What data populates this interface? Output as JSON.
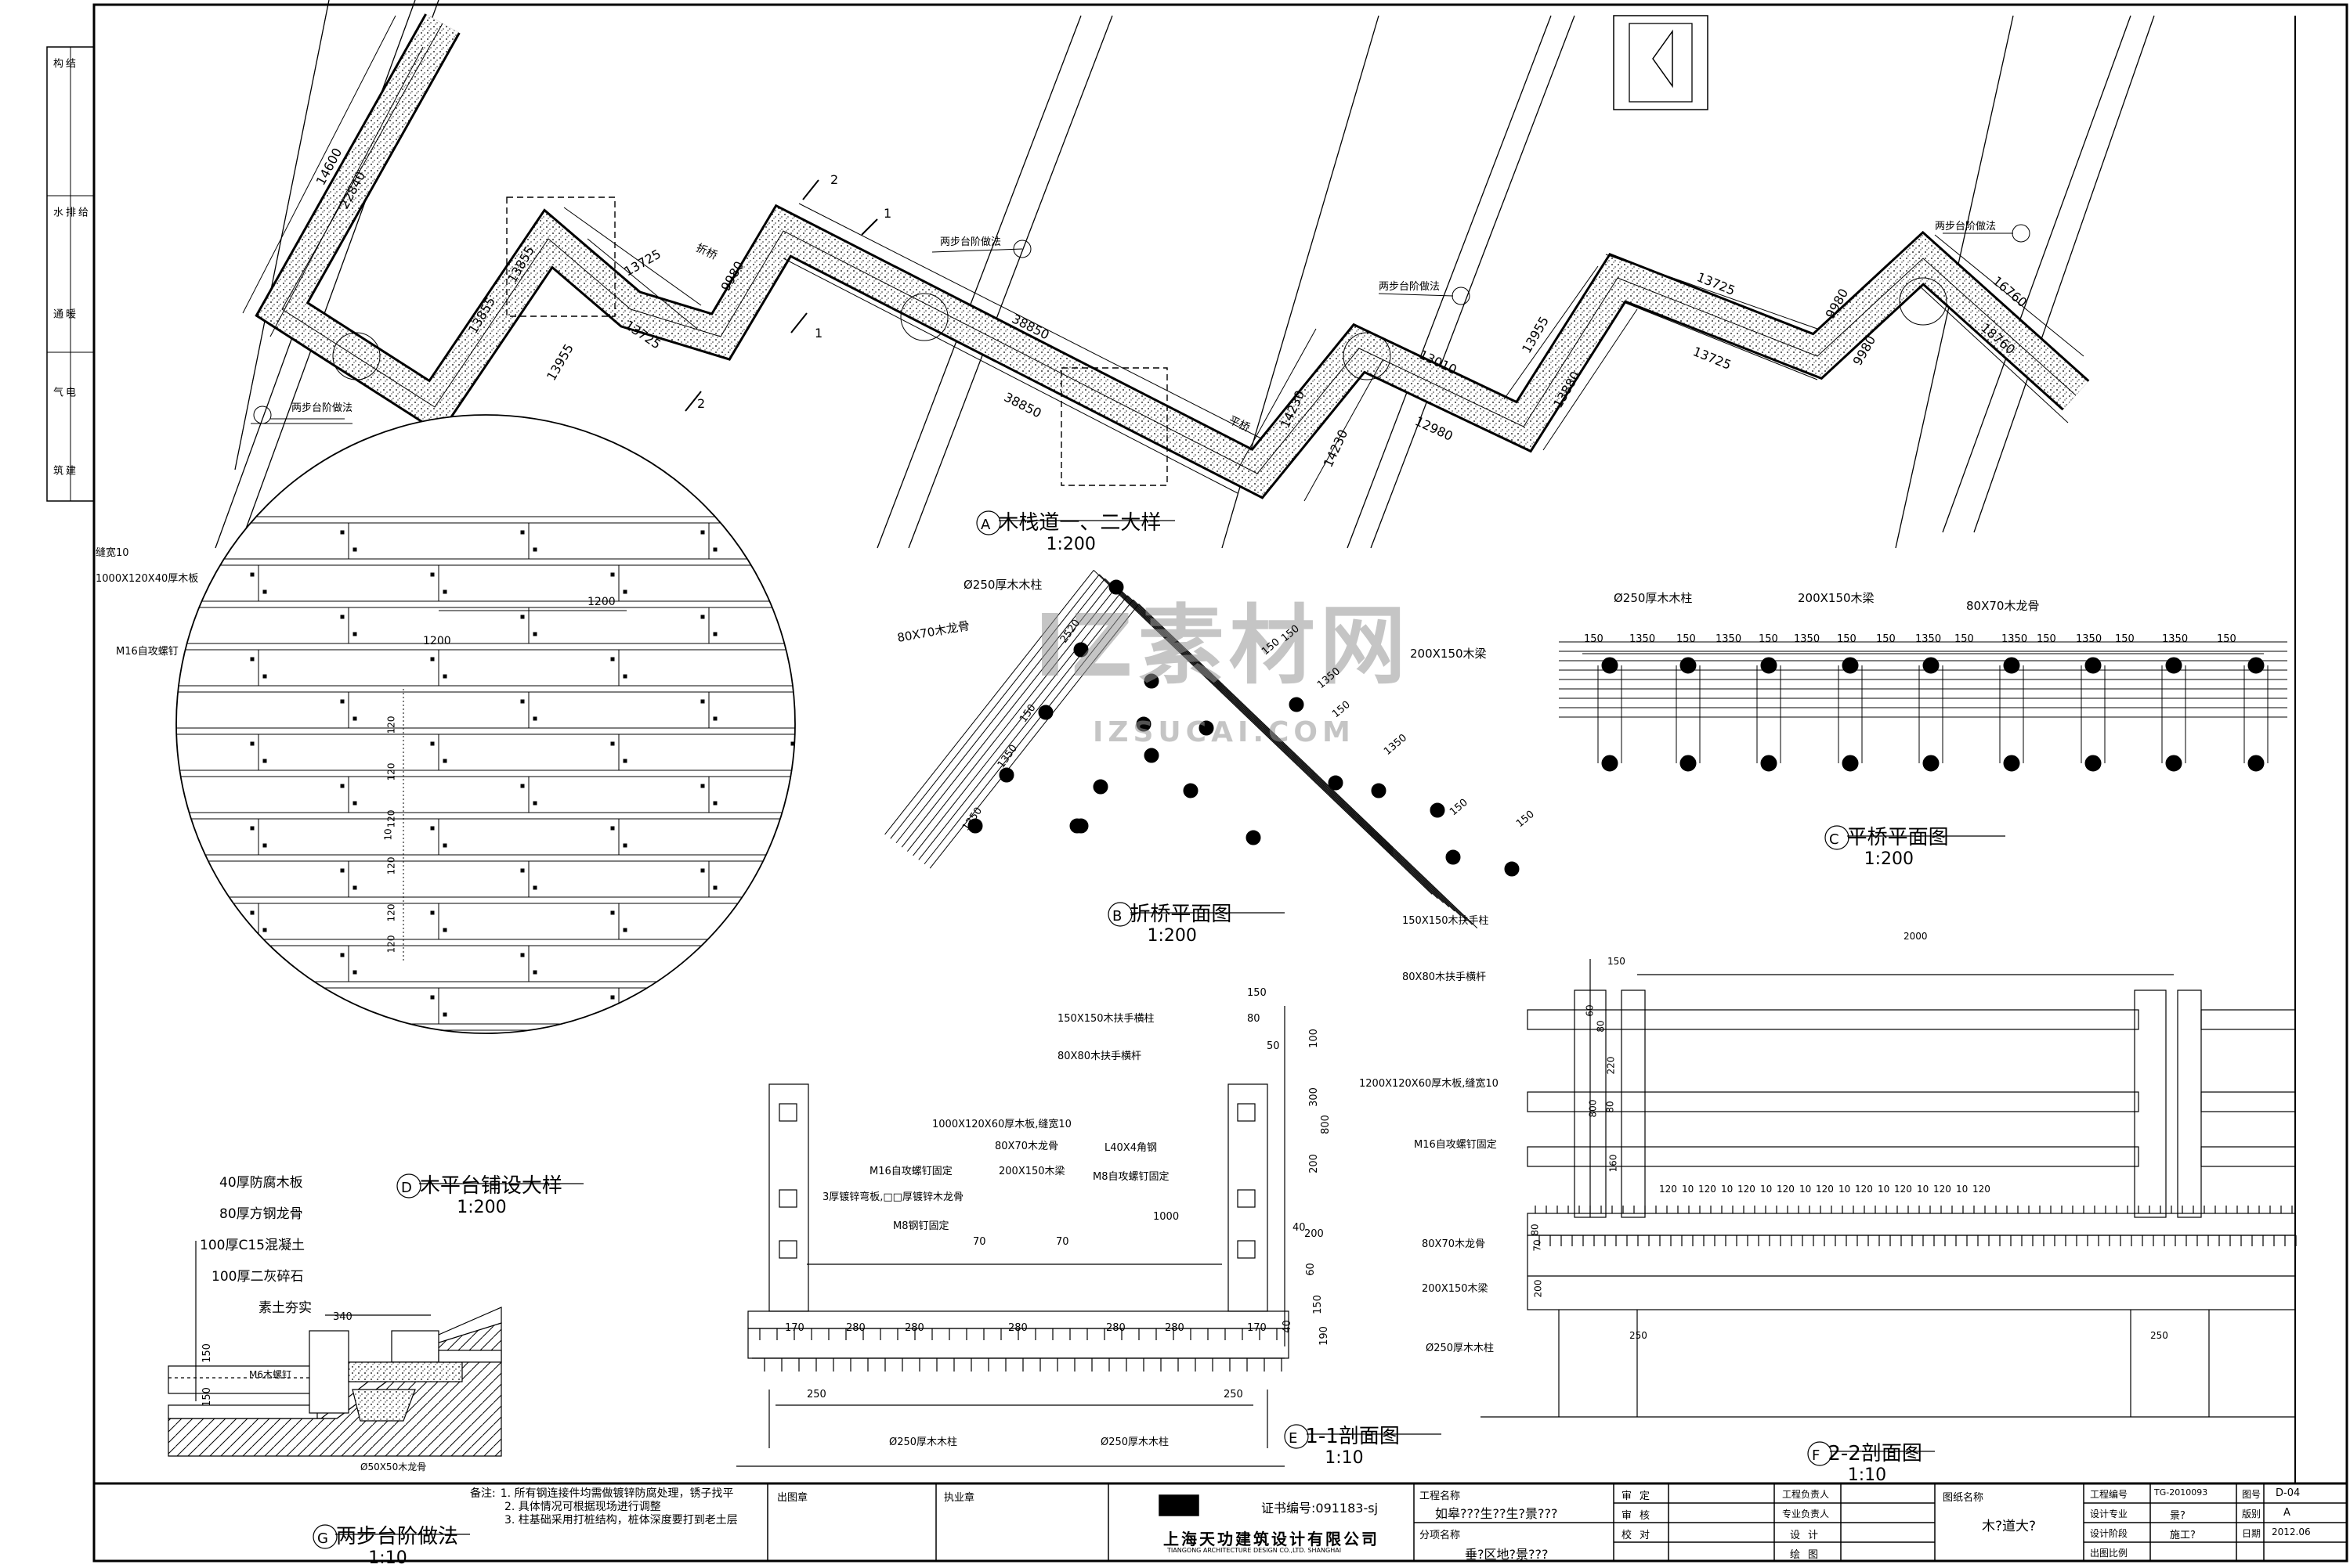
{
  "views": {
    "a": {
      "letter": "A",
      "title": "木栈道一、二大样",
      "scale": "1:200"
    },
    "b": {
      "letter": "B",
      "title": "折桥平面图",
      "scale": "1:200"
    },
    "c": {
      "letter": "C",
      "title": "平桥平面图",
      "scale": "1:200"
    },
    "d": {
      "letter": "D",
      "title": "木平台铺设大样",
      "scale": "1:200"
    },
    "e": {
      "letter": "E",
      "title": "1-1剖面图",
      "scale": "1:10"
    },
    "f": {
      "letter": "F",
      "title": "2-2剖面图",
      "scale": "1:10"
    },
    "g": {
      "letter": "G",
      "title": "两步台阶做法",
      "scale": "1:10"
    }
  },
  "plan_a": {
    "dims": [
      "14600",
      "22840",
      "13725",
      "13725",
      "9980",
      "13855",
      "13955",
      "38850",
      "38850",
      "14230",
      "14230",
      "13010",
      "12980",
      "13955",
      "13880",
      "13725",
      "13725",
      "9980",
      "9980",
      "16760",
      "18760",
      "13855"
    ],
    "callouts": [
      "两步台阶做法",
      "两步台阶做法",
      "两步台阶做法",
      "两步台阶做法"
    ],
    "bridge_labels": [
      "折桥",
      "平桥"
    ],
    "section_marks": [
      "1",
      "1",
      "2",
      "2"
    ]
  },
  "plan_b": {
    "labels": [
      "Ø250厚木木柱",
      "80X70木龙骨",
      "200X150木梁"
    ],
    "dims": [
      "150",
      "1350",
      "1350",
      "150",
      "150",
      "1350",
      "1350",
      "150",
      "2520",
      "150",
      "150"
    ]
  },
  "plan_c": {
    "labels": [
      "Ø250厚木木柱",
      "200X150木梁",
      "80X70木龙骨"
    ],
    "dims": [
      "150",
      "1350",
      "150",
      "1350",
      "150",
      "1350",
      "150",
      "150",
      "1350",
      "150",
      "1350",
      "150",
      "1350",
      "150",
      "1350",
      "150"
    ]
  },
  "detail_d": {
    "labels": [
      "缝宽10",
      "1000X120X40厚木板",
      "M16自攻螺钉"
    ],
    "dims": [
      "1200",
      "1200",
      "120",
      "120",
      "120",
      "120",
      "120",
      "120",
      "10"
    ]
  },
  "section_e": {
    "labels": [
      "150X150木扶手横柱",
      "80X80木扶手横杆",
      "1000X120X60厚木板,缝宽10",
      "80X70木龙骨",
      "M16自攻螺钉固定",
      "200X150木梁",
      "3厚镀锌弯板,□□厚镀锌木龙骨",
      "M8钢钉固定",
      "L40X4角钢",
      "M8自攻螺钉固定",
      "Ø250厚木木柱",
      "Ø250厚木木柱"
    ],
    "dims": [
      "150",
      "80",
      "50",
      "100",
      "300",
      "200",
      "200",
      "800",
      "60",
      "40",
      "150",
      "190",
      "1000",
      "70",
      "70",
      "40",
      "170",
      "280",
      "280",
      "280",
      "280",
      "280",
      "170",
      "250",
      "250"
    ]
  },
  "section_f": {
    "labels": [
      "150X150木扶手柱",
      "80X80木扶手横杆",
      "1200X120X60厚木板,缝宽10",
      "M16自攻螺钉固定",
      "80X70木龙骨",
      "200X150木梁",
      "Ø250厚木木柱"
    ],
    "dims": [
      "150",
      "2000",
      "80",
      "60",
      "220",
      "80",
      "160",
      "800",
      "80",
      "70",
      "200",
      "250",
      "250",
      "120",
      "10",
      "120",
      "10",
      "120",
      "10",
      "120",
      "10",
      "120",
      "10",
      "120",
      "10",
      "120",
      "10",
      "120",
      "10",
      "120"
    ]
  },
  "detail_g": {
    "layers": [
      "40厚防腐木板",
      "80厚方钢龙骨",
      "100厚C15混凝土",
      "100厚二灰碎石",
      "素土夯实"
    ],
    "labels": [
      "M6木螺钉",
      "Ø50X50木龙骨"
    ],
    "dims": [
      "340",
      "150",
      "150"
    ]
  },
  "notes": {
    "title": "备注:",
    "items": [
      "1. 所有钢连接件均需做镀锌防腐处理，锈子找平",
      "2. 具体情况可根据现场进行调整",
      "3. 柱基础采用打桩结构，桩体深度要打到老土层"
    ]
  },
  "left_strip": [
    "结构",
    "给排水",
    "暖通",
    "电气",
    "建筑"
  ],
  "title_block": {
    "stamp_out": "出图章",
    "stamp_exec": "执业章",
    "cert": "证书编号:091183-sj",
    "company": "上海天功建筑设计有限公司",
    "company_en": "TIANGONG ARCHITECTURE DESIGN CO.,LTD. SHANGHAI",
    "project_label": "工程名称",
    "project_value": "如皋???生??生?景???",
    "sub_label": "分项名称",
    "sub_value": "垂?区地?景???",
    "roles": [
      "审定",
      "审核",
      "校对"
    ],
    "roles2": [
      "工程负责人",
      "专业负责人",
      "设计",
      "绘图"
    ],
    "drawing_label": "图纸名称",
    "drawing_value": "木?道大?",
    "info_labels": [
      "工程编号",
      "设计专业",
      "设计阶段",
      "出图比例"
    ],
    "info_values": [
      "TG-2010093",
      "景?",
      "施工?",
      ""
    ],
    "info2_labels": [
      "图号",
      "版别",
      "日期"
    ],
    "info2_values": [
      "D-04",
      "A",
      "2012.06"
    ]
  },
  "watermark": {
    "cn": "IZ素材网",
    "en": "IZSUCAI.COM"
  }
}
